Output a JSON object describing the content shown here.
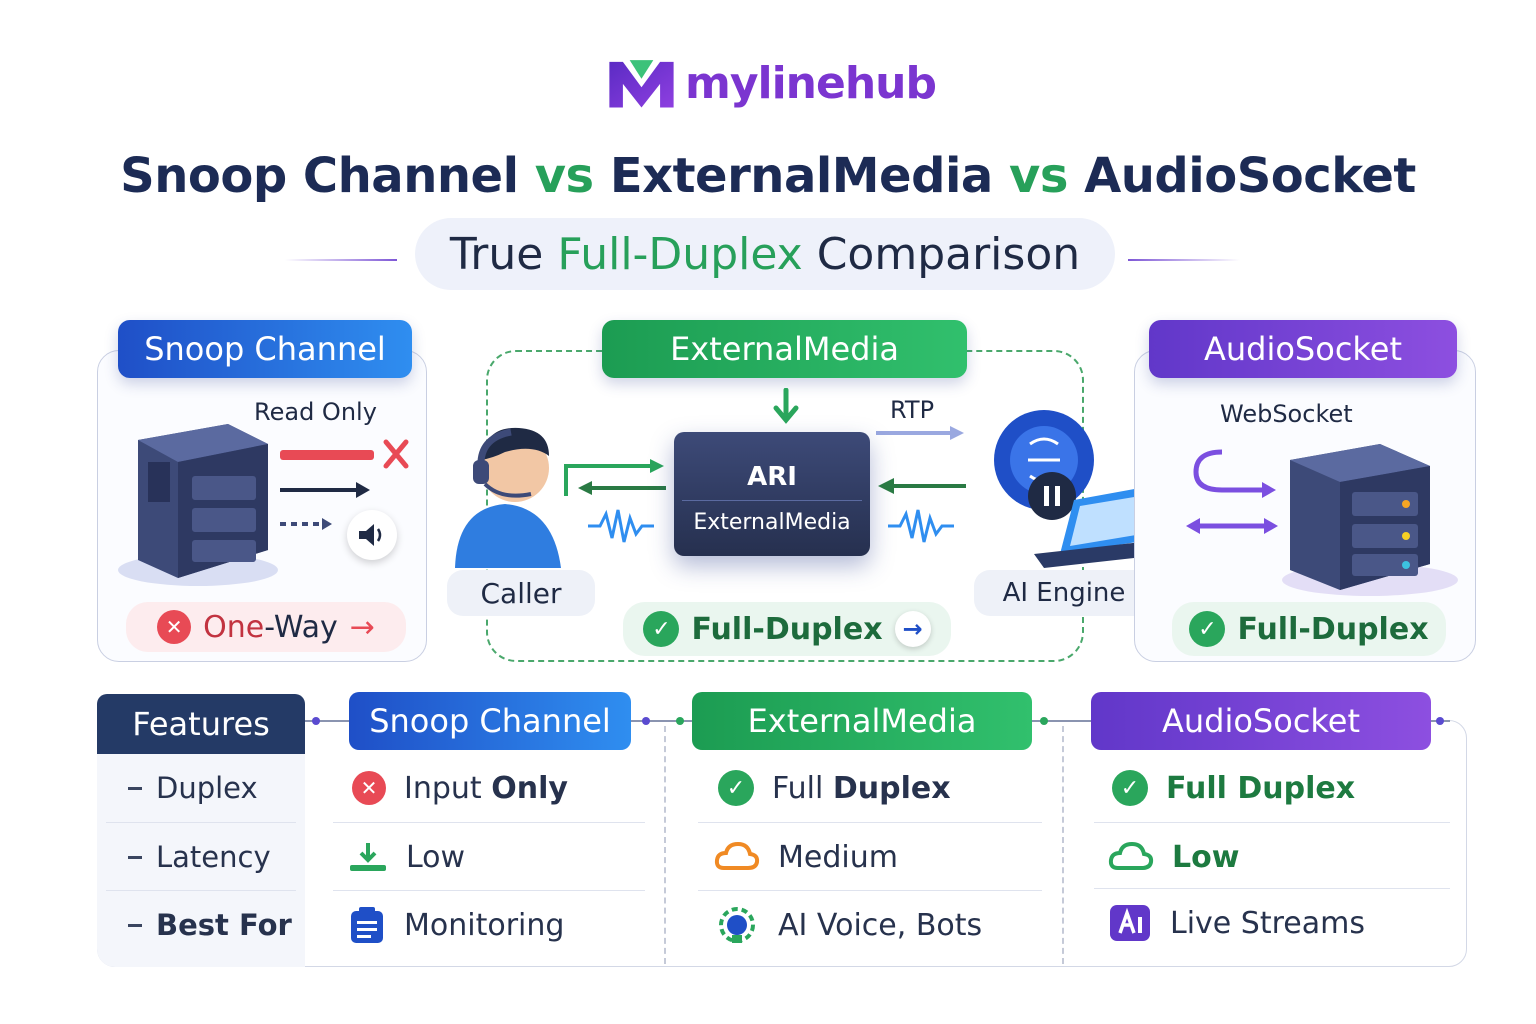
{
  "header": {
    "logo_text": "mylinehub",
    "title_part1": "Snoop Channel",
    "title_vs1": "vs",
    "title_part2": "ExternalMedia",
    "title_vs2": "vs",
    "title_part3": "AudioSocket",
    "subtitle_pre": "True",
    "subtitle_highlight": "Full-Duplex",
    "subtitle_post": "Comparison"
  },
  "snoop_panel": {
    "label": "Snoop Channel",
    "read_only": "Read Only",
    "status_pre": "One",
    "status_post": "-Way"
  },
  "external_panel": {
    "label": "ExternalMedia",
    "rtp": "RTP",
    "server_line1": "ARI",
    "server_line2": "ExternalMedia",
    "caller": "Caller",
    "ai_engine": "AI Engine",
    "status": "Full-Duplex"
  },
  "audiosocket_panel": {
    "label": "AudioSocket",
    "websocket": "WebSocket",
    "status": "Full-Duplex"
  },
  "table": {
    "features_header": "Features",
    "features": [
      "Duplex",
      "Latency",
      "Best For"
    ],
    "snoop_header": "Snoop Channel",
    "snoop_rows": [
      {
        "pre": "Input ",
        "bold": "Only"
      },
      {
        "pre": "Low",
        "bold": ""
      },
      {
        "pre": "Monitoring",
        "bold": ""
      }
    ],
    "external_header": "ExternalMedia",
    "external_rows": [
      {
        "pre": "Full ",
        "bold": "Duplex"
      },
      {
        "pre": "Medium",
        "bold": ""
      },
      {
        "pre": "AI Voice, Bots",
        "bold": ""
      }
    ],
    "audiosocket_header": "AudioSocket",
    "audiosocket_rows": [
      {
        "pre": "Full Duplex",
        "bold": ""
      },
      {
        "pre": "Low",
        "bold": ""
      },
      {
        "pre": "Live Streams",
        "bold": ""
      }
    ]
  },
  "colors": {
    "navy": "#1c2b55",
    "green": "#27a05a",
    "blue": "#1f4fc7",
    "purple": "#7b35d0",
    "red": "#e84a55"
  }
}
